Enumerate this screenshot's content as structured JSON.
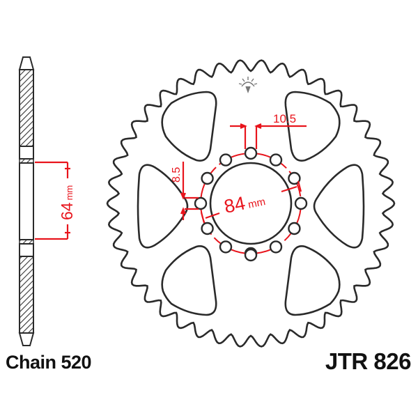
{
  "product": {
    "part_number": "JTR 826",
    "chain_label": "Chain 520"
  },
  "sprocket": {
    "teeth": 42,
    "lightening_holes": 6,
    "bolt_holes_dimensioned": 12,
    "extra_holes": 2
  },
  "dimensions": {
    "pcd": "84",
    "pcd_unit": "mm",
    "bolt_hole_diameter": "8.5",
    "web_width": "10.5",
    "hub_thickness": "64",
    "hub_thickness_unit": "mm"
  },
  "colors": {
    "outline": "#2a2a2a",
    "dimension": "#e8141c",
    "hatch": "#333333"
  },
  "icons": {
    "logo": "sun-gear-logo-icon"
  }
}
